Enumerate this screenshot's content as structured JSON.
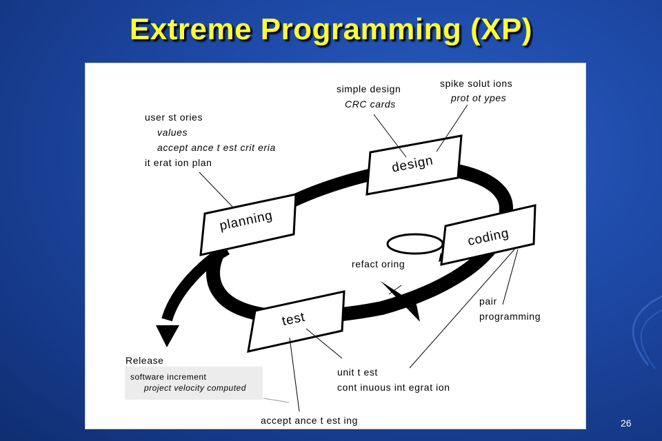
{
  "slide": {
    "title": "Extreme Programming (XP)",
    "page_number": "26"
  },
  "diagram": {
    "phases": {
      "planning": "planning",
      "design": "design",
      "coding": "coding",
      "test": "test"
    },
    "planning_notes": {
      "line1": "user st ories",
      "line2": "values",
      "line3": "accept ance t est crit eria",
      "line4": "it erat ion plan"
    },
    "design_notes": {
      "line1": "simple design",
      "line2": "CRC cards"
    },
    "spike_notes": {
      "line1": "spike solut ions",
      "line2": "prot ot ypes"
    },
    "refactoring": "refact oring",
    "pair_programming": {
      "line1": "pair",
      "line2": "programming"
    },
    "unit_test": {
      "line1": "unit  t est",
      "line2": "cont inuous int egrat ion"
    },
    "acceptance_testing": "accept ance t est ing",
    "release": {
      "heading": "Release",
      "line1": "software increment",
      "line2": "project velocity computed"
    }
  }
}
